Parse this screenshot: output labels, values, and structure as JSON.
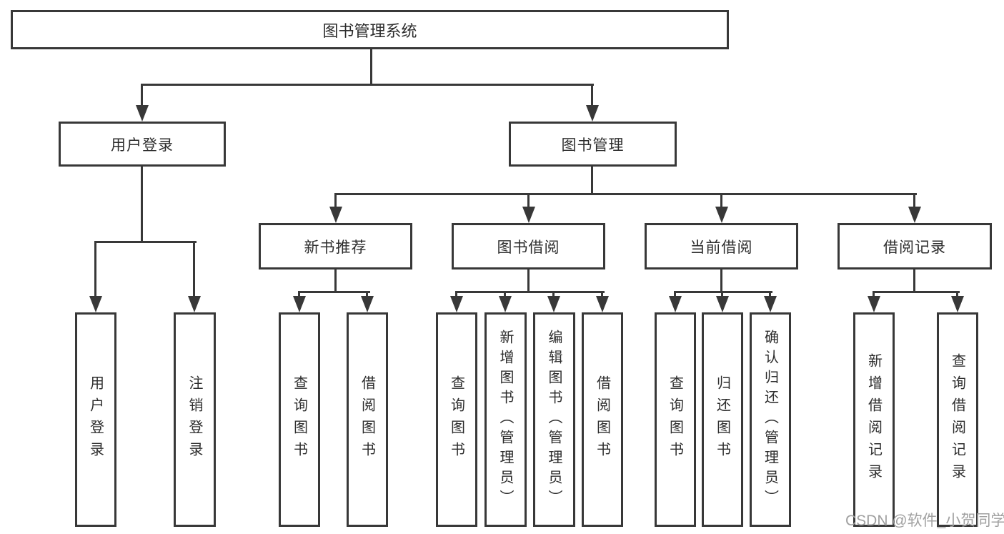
{
  "colors": {
    "line": "#383838",
    "text": "#2d2d2d",
    "background": "#ffffff",
    "watermark": "#a0a0a0"
  },
  "watermark": {
    "text": "CSDN @软件_小贺同学"
  },
  "tree": {
    "label": "图书管理系统",
    "children": [
      {
        "label": "用户登录",
        "children": [
          {
            "label": "用户登录"
          },
          {
            "label": "注销登录"
          }
        ]
      },
      {
        "label": "图书管理",
        "children": [
          {
            "label": "新书推荐",
            "children": [
              {
                "label": "查询图书"
              },
              {
                "label": "借阅图书"
              }
            ]
          },
          {
            "label": "图书借阅",
            "children": [
              {
                "label": "查询图书"
              },
              {
                "label": "新增图书（管理员）"
              },
              {
                "label": "编辑图书（管理员）"
              },
              {
                "label": "借阅图书"
              }
            ]
          },
          {
            "label": "当前借阅",
            "children": [
              {
                "label": "查询图书"
              },
              {
                "label": "归还图书"
              },
              {
                "label": "确认归还（管理员）"
              }
            ]
          },
          {
            "label": "借阅记录",
            "children": [
              {
                "label": "新增借阅记录"
              },
              {
                "label": "查询借阅记录"
              }
            ]
          }
        ]
      }
    ]
  }
}
